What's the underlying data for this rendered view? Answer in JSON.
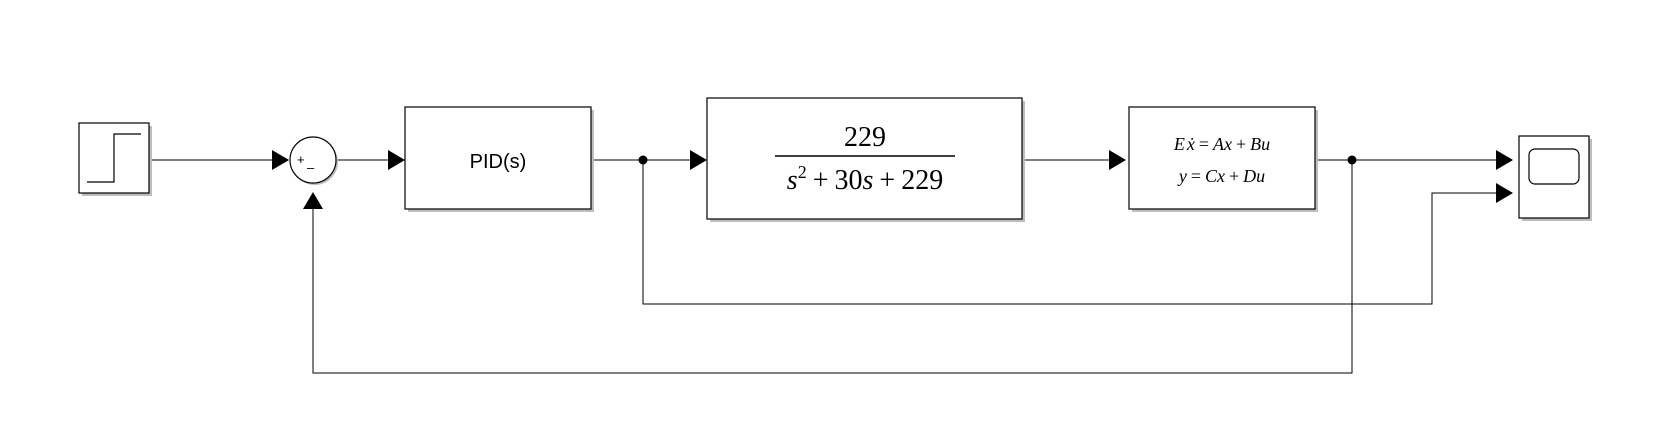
{
  "diagram": {
    "blocks": {
      "step": {
        "kind": "step-source",
        "label": ""
      },
      "sum": {
        "kind": "sum",
        "signs": [
          "+",
          "–"
        ]
      },
      "pid": {
        "kind": "pid-controller",
        "label": "PID(s)"
      },
      "transfer_fcn": {
        "kind": "transfer-function",
        "numerator": "229",
        "denominator": {
          "s_var": "s",
          "exponent": "2",
          "plus1": "+",
          "coef": "30",
          "s_var2": "s",
          "plus2": "+",
          "constant": "229"
        }
      },
      "state_space": {
        "kind": "descriptor-state-space",
        "eq1": {
          "E": "E",
          "xdot": "ẋ",
          "eq": "=",
          "A": "A",
          "x": "x",
          "plus": "+",
          "B": "B",
          "u": "u"
        },
        "eq2": {
          "y": "y",
          "eq": "=",
          "C": "C",
          "x": "x",
          "plus": "+",
          "D": "D",
          "u": "u"
        }
      },
      "scope": {
        "kind": "scope",
        "inputs": 2
      }
    },
    "connections": [
      {
        "from": "step",
        "to": "sum.in1"
      },
      {
        "from": "sum",
        "to": "pid"
      },
      {
        "from": "pid",
        "to": "transfer_fcn"
      },
      {
        "from": "pid",
        "to": "scope.in2"
      },
      {
        "from": "transfer_fcn",
        "to": "state_space"
      },
      {
        "from": "state_space",
        "to": "scope.in1"
      },
      {
        "from": "state_space",
        "to": "sum.in2"
      }
    ]
  }
}
